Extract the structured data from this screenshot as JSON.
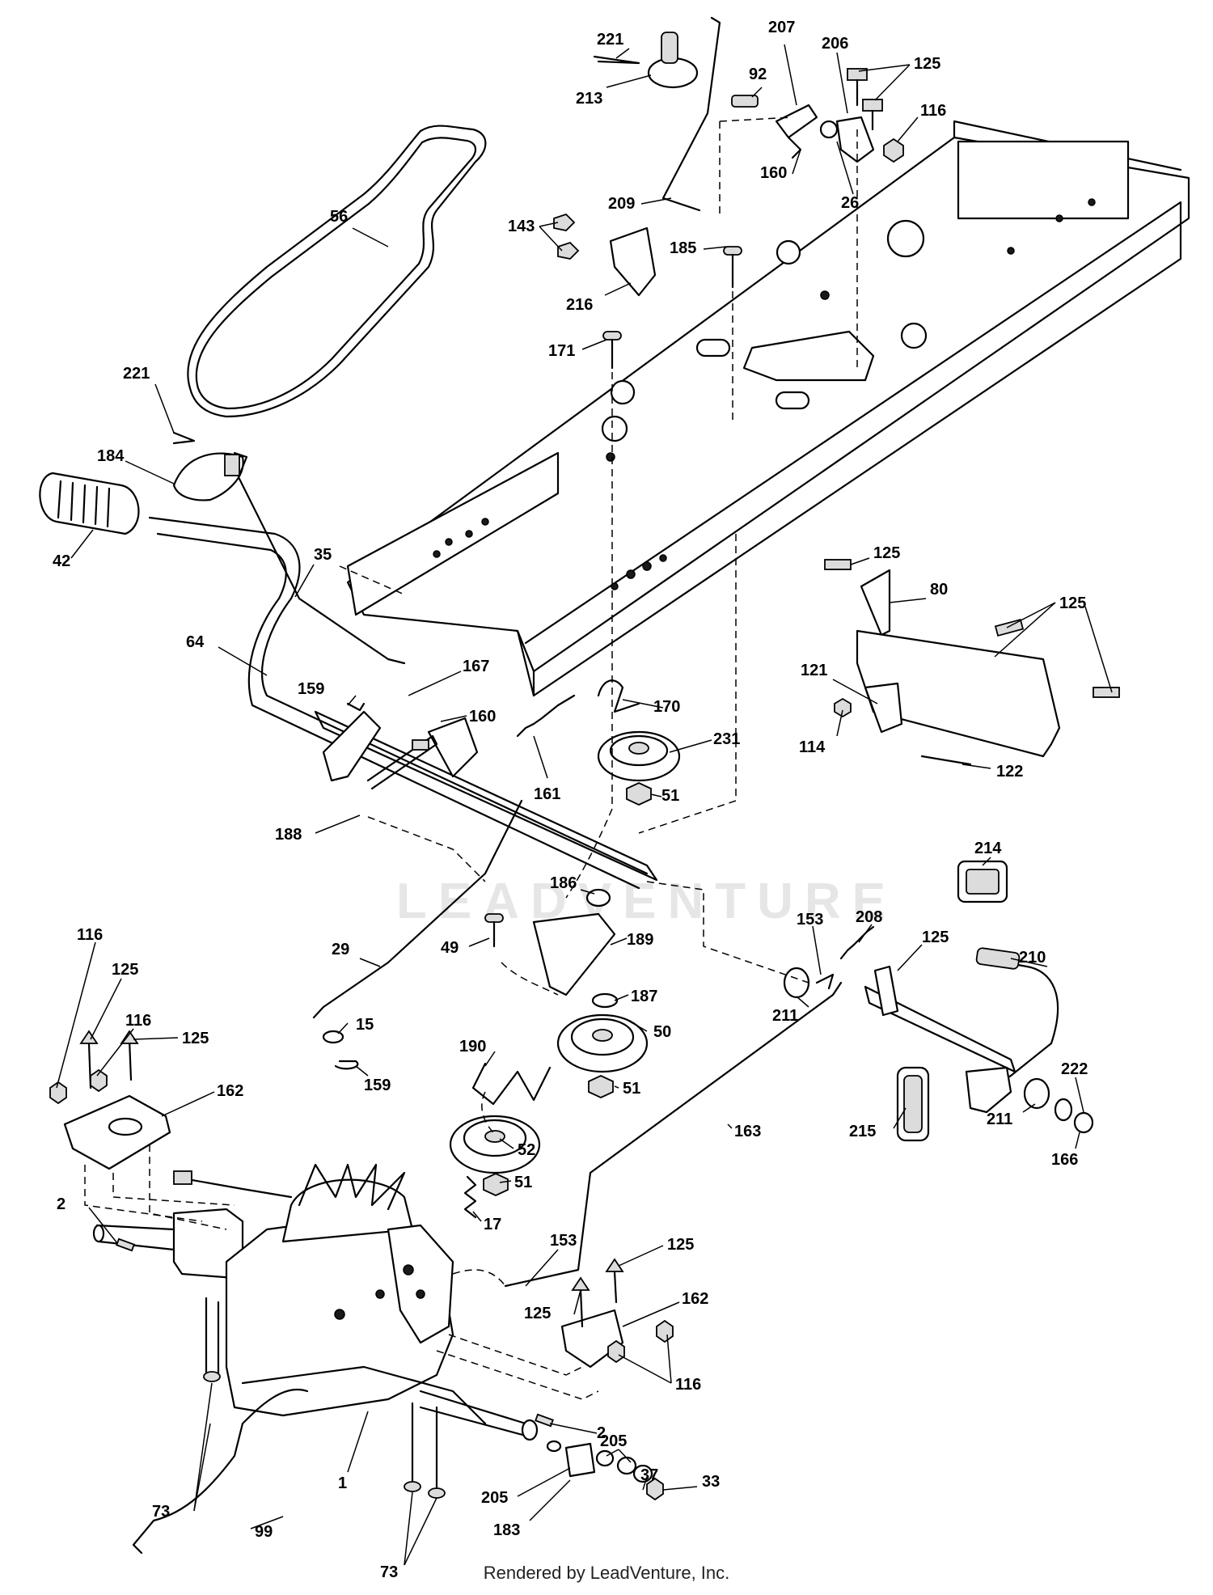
{
  "watermark": "LEADVENTURE",
  "footer": "Rendered by LeadVenture, Inc.",
  "part_labels": [
    "221",
    "213",
    "207",
    "206",
    "125",
    "92",
    "116",
    "160",
    "26",
    "209",
    "56",
    "143",
    "216",
    "185",
    "171",
    "221",
    "184",
    "42",
    "35",
    "64",
    "159",
    "167",
    "160",
    "161",
    "170",
    "231",
    "51",
    "188",
    "125",
    "80",
    "125",
    "121",
    "114",
    "122",
    "214",
    "186",
    "153",
    "208",
    "125",
    "210",
    "189",
    "49",
    "29",
    "187",
    "50",
    "211",
    "15",
    "159",
    "190",
    "51",
    "163",
    "215",
    "211",
    "222",
    "166",
    "116",
    "125",
    "116",
    "125",
    "162",
    "52",
    "51",
    "17",
    "2",
    "153",
    "125",
    "125",
    "162",
    "116",
    "2",
    "73",
    "99",
    "1",
    "205",
    "205",
    "37",
    "33",
    "183",
    "73"
  ]
}
